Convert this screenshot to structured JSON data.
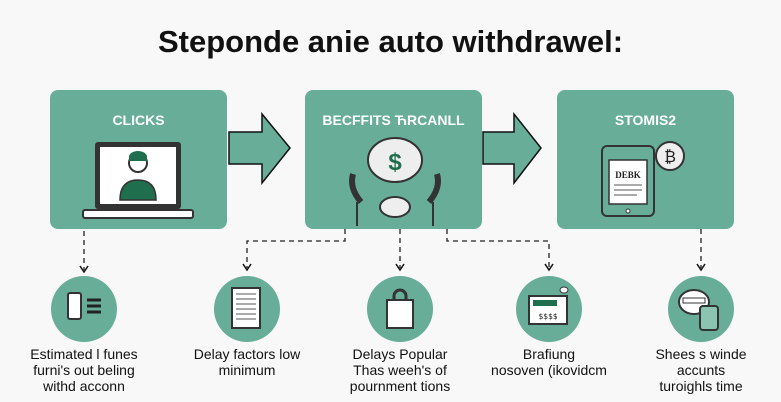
{
  "title": "Steponde anie auto withdrawel:",
  "steps": [
    {
      "label": "CLICKS",
      "icon": "laptop-user-icon"
    },
    {
      "label": "BECFFITS ЋRCANLL",
      "icon": "money-bulb-icon"
    },
    {
      "label": "STOMIS2",
      "icon": "tablet-coin-icon",
      "screen_text": "DEBK",
      "coin_text": "₿"
    }
  ],
  "details": [
    {
      "icon": "phone-icon",
      "lines": [
        "Estimated l funes",
        "furni's out beling",
        "withd acconn"
      ]
    },
    {
      "icon": "document-icon",
      "lines": [
        "Delay factors low",
        "minimum"
      ]
    },
    {
      "icon": "bag-icon",
      "lines": [
        "Delays Popular",
        "Thas weeh's of",
        "pournment tions"
      ]
    },
    {
      "icon": "card-reader-icon",
      "lines": [
        "Brafiung",
        "nosoven (ikovidcm"
      ]
    },
    {
      "icon": "chat-jar-icon",
      "lines": [
        "Shees s winde",
        "accunts",
        "turoighls time"
      ]
    }
  ],
  "colors": {
    "accent": "#67ad98",
    "dark": "#1f6e4d"
  }
}
